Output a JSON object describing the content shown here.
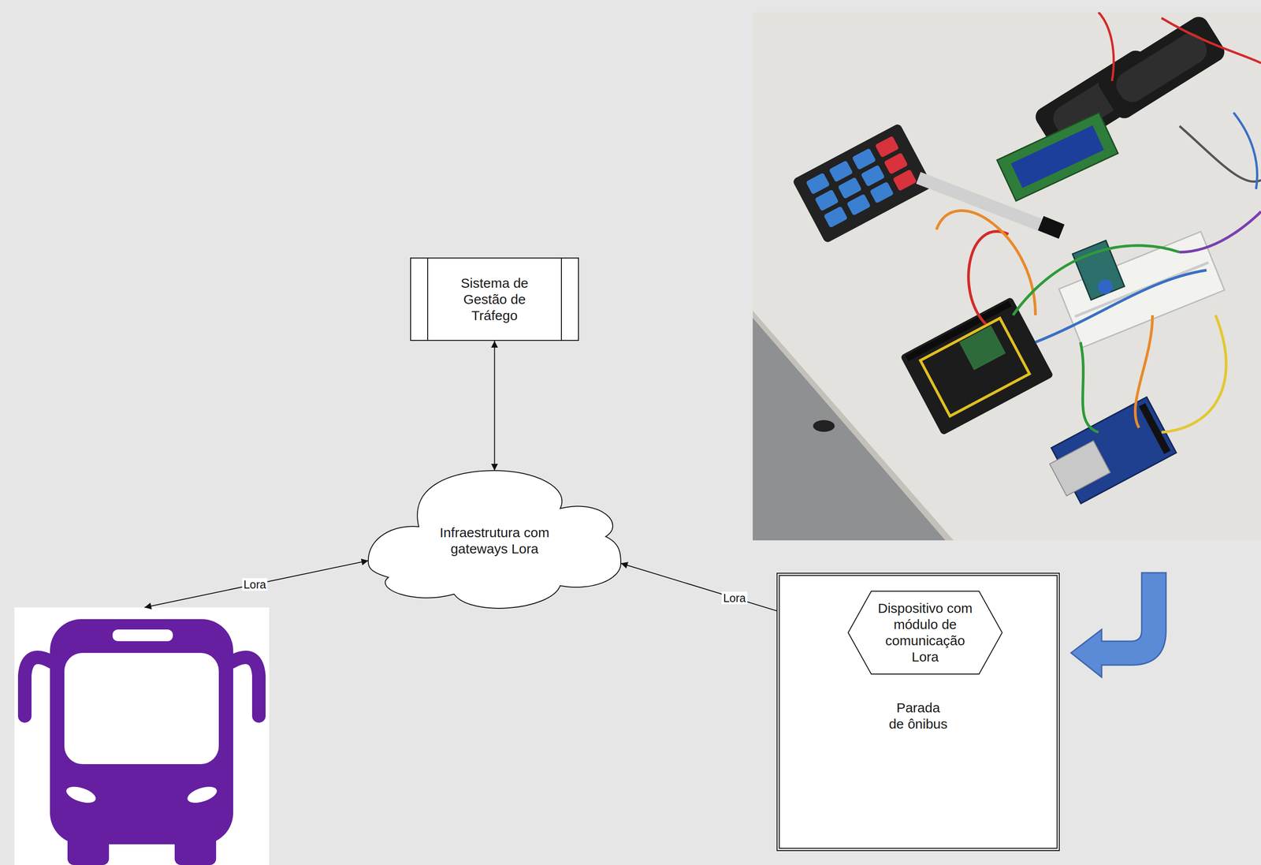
{
  "diagram": {
    "nodes": [
      {
        "text": [
          "Sistema de Gestão de Tráfego"
        ]
      },
      {
        "text": [
          "Infraestrutura com gateways Lora"
        ]
      },
      {
        "text": [
          "Parada de ônibus"
        ]
      },
      {
        "text": [
          "Dispositivo com módulo de comunicação Lora"
        ],
        "in": 2
      }
    ],
    "edges": [
      {
        "from": 0,
        "to": 1,
        "arrow": "both"
      },
      {
        "from": 1,
        "to": 3,
        "arrow": "both",
        "label": "Lora"
      }
    ],
    "labels": [
      "Lora"
    ]
  }
}
